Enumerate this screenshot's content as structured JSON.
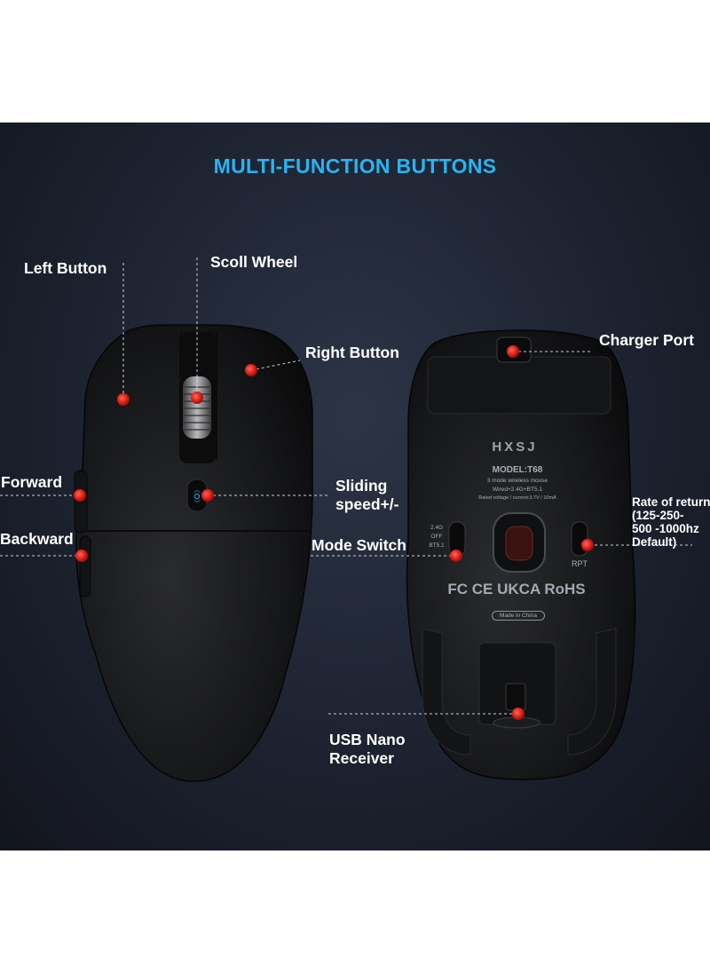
{
  "title": "MULTI-FUNCTION BUTTONS",
  "labels": {
    "left_button": "Left Button",
    "scroll_wheel": "Scoll Wheel",
    "right_button": "Right Button",
    "forward": "Forward",
    "backward": "Backward",
    "sliding_speed": [
      "Sliding",
      "speed+/-"
    ],
    "charger_port": "Charger Port",
    "rate_of_return": [
      "Rate of return",
      "(125-250-",
      "500  -1000hz",
      "Default)"
    ],
    "mode_switch": "Mode Switch",
    "usb_receiver": [
      "USB Nano",
      "Receiver"
    ]
  },
  "mouse_bottom_print": {
    "brand": "HXSJ",
    "model": "MODEL:T68",
    "line1": "3 mode wireless mouse",
    "line2": "Wired+2.4G+BT5.1",
    "line3": "Rated voltage / current:3.7V / 10mA",
    "switch_positions": [
      "2.4G",
      "OFF",
      "BT5.1"
    ],
    "rpt_label": "RPT",
    "certifications": "FC CE UKCA RoHS",
    "made_in": "Made in China"
  },
  "colors": {
    "title": "#29b4f0",
    "marker": "#e0201a",
    "leader": "#c9ccd2",
    "mouse_body": "#1e1f21"
  }
}
